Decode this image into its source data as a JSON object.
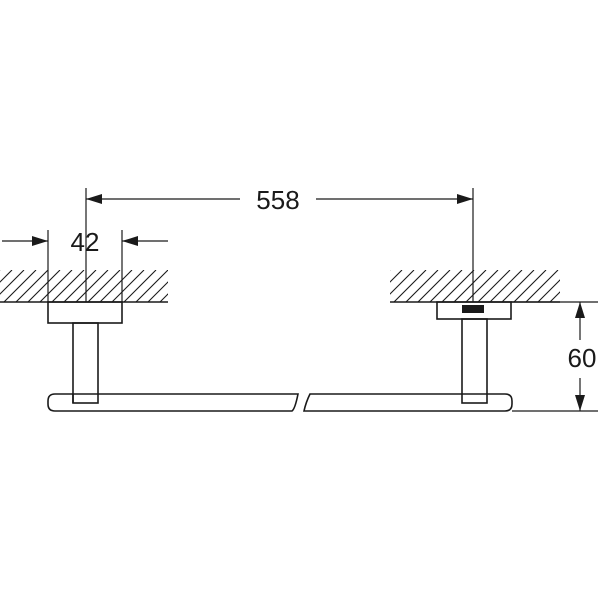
{
  "dimensions": {
    "overall_length": "558",
    "mount_width": "42",
    "projection": "60"
  },
  "colors": {
    "line": "#1a1a1a",
    "background": "#ffffff"
  }
}
